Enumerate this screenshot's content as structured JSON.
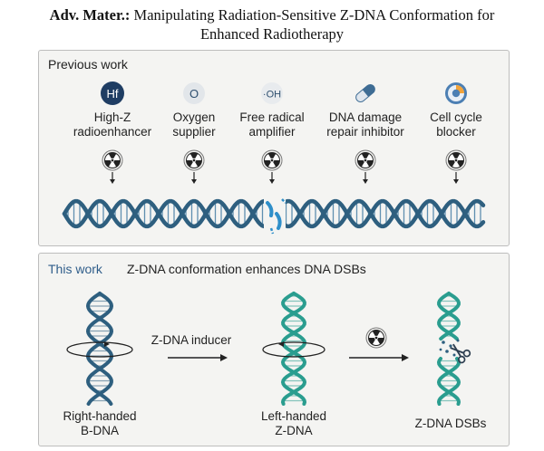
{
  "title": {
    "journal": "Adv. Mater.:",
    "line1": "Manipulating Radiation-Sensitive Z-DNA Conformation for",
    "line2": "Enhanced Radiotherapy"
  },
  "previous_work": {
    "heading": "Previous work",
    "strategies": [
      {
        "icon": "hf-element-icon",
        "icon_text": "Hf",
        "label": "High-Z\nradioenhancer"
      },
      {
        "icon": "oxygen-icon",
        "icon_text": "O",
        "label": "Oxygen\nsupplier"
      },
      {
        "icon": "hydroxyl-radical-icon",
        "icon_text": "·OH",
        "label": "Free radical\namplifier"
      },
      {
        "icon": "pill-capsule-icon",
        "icon_text": "",
        "label": "DNA damage\nrepair inhibitor"
      },
      {
        "icon": "cell-icon",
        "icon_text": "",
        "label": "Cell cycle\nblocker"
      }
    ]
  },
  "this_work": {
    "label": "This work",
    "description": "Z-DNA conformation enhances DNA DSBs",
    "stage1_label": "Right-handed\nB-DNA",
    "inducer_label": "Z-DNA inducer",
    "stage2_label": "Left-handed\nZ-DNA",
    "stage3_label": "Z-DNA DSBs"
  },
  "colors": {
    "b_dna": "#2e5f7f",
    "z_dna": "#2a9d8f",
    "hf_circle": "#1f3d63",
    "radiation": "#222222"
  }
}
